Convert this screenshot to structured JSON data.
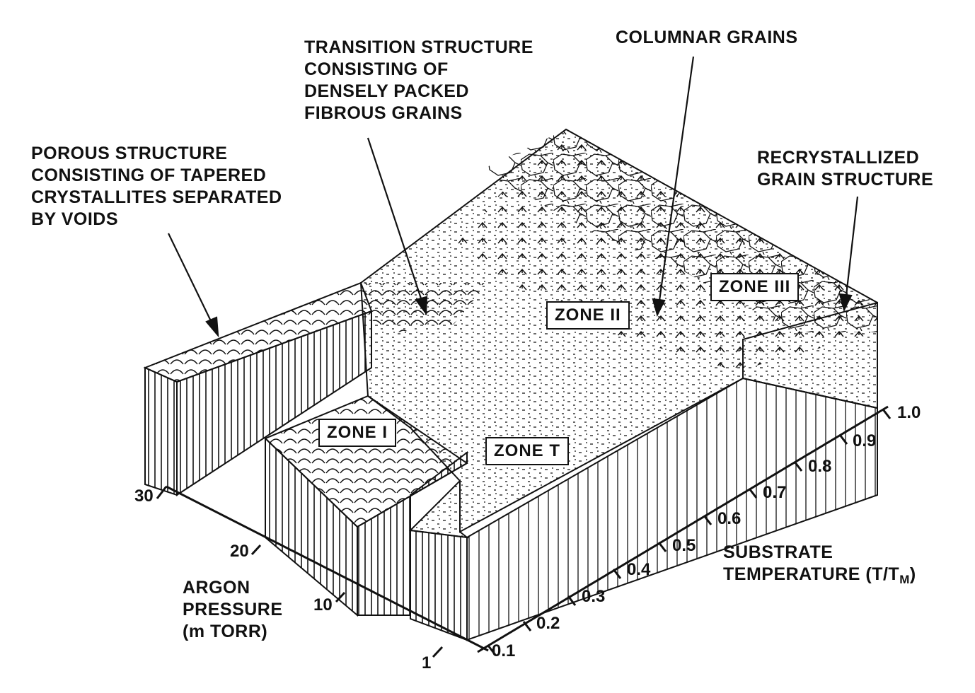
{
  "labels": {
    "porous": [
      "POROUS STRUCTURE",
      "CONSISTING OF TAPERED",
      "CRYSTALLITES SEPARATED",
      "BY VOIDS"
    ],
    "transition": [
      "TRANSITION STRUCTURE",
      "CONSISTING OF",
      "DENSELY PACKED",
      "FIBROUS GRAINS"
    ],
    "columnar": "COLUMNAR GRAINS",
    "recrystallized": [
      "RECRYSTALLIZED",
      "GRAIN STRUCTURE"
    ]
  },
  "zones": {
    "zone_1": "ZONE I",
    "zone_t": "ZONE T",
    "zone_2": "ZONE II",
    "zone_3": "ZONE III"
  },
  "axes": {
    "pressure": {
      "title": [
        "ARGON",
        "PRESSURE",
        "(m TORR)"
      ],
      "ticks": [
        "30",
        "20",
        "10",
        "1"
      ]
    },
    "temperature": {
      "title_line1": "SUBSTRATE",
      "title_line2_main": "TEMPERATURE (T/T",
      "title_line2_sub": "M",
      "title_line2_end": ")",
      "ticks": [
        "0.1",
        "0.2",
        "0.3",
        "0.4",
        "0.5",
        "0.6",
        "0.7",
        "0.8",
        "0.9",
        "1.0"
      ]
    }
  }
}
